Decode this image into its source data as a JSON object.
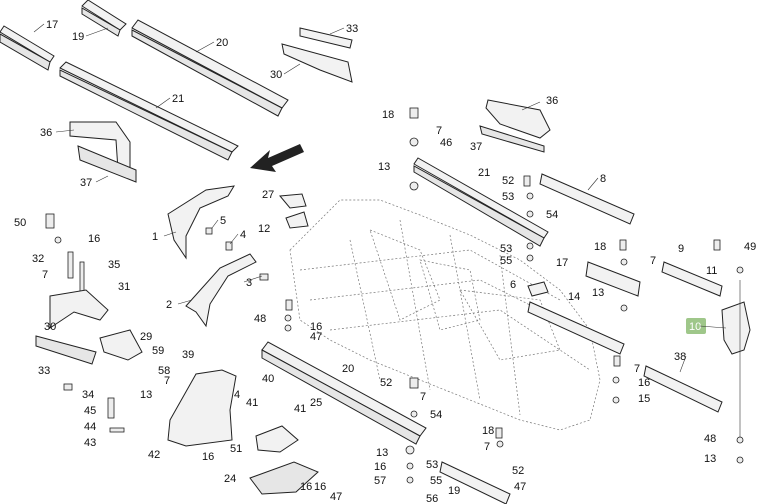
{
  "callouts": [
    {
      "id": "c17a",
      "text": "17"
    },
    {
      "id": "c19a",
      "text": "19"
    },
    {
      "id": "c20a",
      "text": "20"
    },
    {
      "id": "c33a",
      "text": "33"
    },
    {
      "id": "c30a",
      "text": "30"
    },
    {
      "id": "c21a",
      "text": "21"
    },
    {
      "id": "c36a",
      "text": "36"
    },
    {
      "id": "c37a",
      "text": "37"
    },
    {
      "id": "c1",
      "text": "1"
    },
    {
      "id": "c5",
      "text": "5"
    },
    {
      "id": "c4",
      "text": "4"
    },
    {
      "id": "c2",
      "text": "2"
    },
    {
      "id": "c3",
      "text": "3"
    },
    {
      "id": "c27",
      "text": "27"
    },
    {
      "id": "c12",
      "text": "12"
    },
    {
      "id": "c50",
      "text": "50"
    },
    {
      "id": "c16a",
      "text": "16"
    },
    {
      "id": "c32",
      "text": "32"
    },
    {
      "id": "c7a",
      "text": "7"
    },
    {
      "id": "c35",
      "text": "35"
    },
    {
      "id": "c31",
      "text": "31"
    },
    {
      "id": "c30b",
      "text": "30"
    },
    {
      "id": "c29",
      "text": "29"
    },
    {
      "id": "c59",
      "text": "59"
    },
    {
      "id": "c33b",
      "text": "33"
    },
    {
      "id": "c58",
      "text": "58"
    },
    {
      "id": "c7b",
      "text": "7"
    },
    {
      "id": "c34",
      "text": "34"
    },
    {
      "id": "c13a",
      "text": "13"
    },
    {
      "id": "c45",
      "text": "45"
    },
    {
      "id": "c44",
      "text": "44"
    },
    {
      "id": "c43",
      "text": "43"
    },
    {
      "id": "c39",
      "text": "39"
    },
    {
      "id": "c4b",
      "text": "4"
    },
    {
      "id": "c40",
      "text": "40"
    },
    {
      "id": "c41a",
      "text": "41"
    },
    {
      "id": "c42",
      "text": "42"
    },
    {
      "id": "c16b",
      "text": "16"
    },
    {
      "id": "c24",
      "text": "24"
    },
    {
      "id": "c51",
      "text": "51"
    },
    {
      "id": "c41b",
      "text": "41"
    },
    {
      "id": "c25",
      "text": "25"
    },
    {
      "id": "c16c",
      "text": "16"
    },
    {
      "id": "c47a",
      "text": "47"
    },
    {
      "id": "c48a",
      "text": "48"
    },
    {
      "id": "c16d",
      "text": "16"
    },
    {
      "id": "c47b",
      "text": "47"
    },
    {
      "id": "c20b",
      "text": "20"
    },
    {
      "id": "c18a",
      "text": "18"
    },
    {
      "id": "c7c",
      "text": "7"
    },
    {
      "id": "c46",
      "text": "46"
    },
    {
      "id": "c13b",
      "text": "13"
    },
    {
      "id": "c21b",
      "text": "21"
    },
    {
      "id": "c36b",
      "text": "36"
    },
    {
      "id": "c37b",
      "text": "37"
    },
    {
      "id": "c8",
      "text": "8"
    },
    {
      "id": "c52a",
      "text": "52"
    },
    {
      "id": "c53a",
      "text": "53"
    },
    {
      "id": "c54",
      "text": "54"
    },
    {
      "id": "c53b",
      "text": "53"
    },
    {
      "id": "c55a",
      "text": "55"
    },
    {
      "id": "c6",
      "text": "6"
    },
    {
      "id": "c18b",
      "text": "18"
    },
    {
      "id": "c7d",
      "text": "7"
    },
    {
      "id": "c17b",
      "text": "17"
    },
    {
      "id": "c13c",
      "text": "13"
    },
    {
      "id": "c9",
      "text": "9"
    },
    {
      "id": "c49",
      "text": "49"
    },
    {
      "id": "c11",
      "text": "11"
    },
    {
      "id": "c14",
      "text": "14"
    },
    {
      "id": "c10",
      "text": "10"
    },
    {
      "id": "c38",
      "text": "38"
    },
    {
      "id": "c7e",
      "text": "7"
    },
    {
      "id": "c16e",
      "text": "16"
    },
    {
      "id": "c15",
      "text": "15"
    },
    {
      "id": "c48b",
      "text": "48"
    },
    {
      "id": "c13d",
      "text": "13"
    },
    {
      "id": "c52b",
      "text": "52"
    },
    {
      "id": "c7f",
      "text": "7"
    },
    {
      "id": "c54b",
      "text": "54"
    },
    {
      "id": "c13e",
      "text": "13"
    },
    {
      "id": "c53c",
      "text": "53"
    },
    {
      "id": "c16f",
      "text": "16"
    },
    {
      "id": "c55b",
      "text": "55"
    },
    {
      "id": "c57",
      "text": "57"
    },
    {
      "id": "c56",
      "text": "56"
    },
    {
      "id": "c18c",
      "text": "18"
    },
    {
      "id": "c7g",
      "text": "7"
    },
    {
      "id": "c19b",
      "text": "19"
    },
    {
      "id": "c52c",
      "text": "52"
    },
    {
      "id": "c47c",
      "text": "47"
    },
    {
      "id": "c16g",
      "text": "16"
    }
  ],
  "highlight_color": "#9fc78a"
}
